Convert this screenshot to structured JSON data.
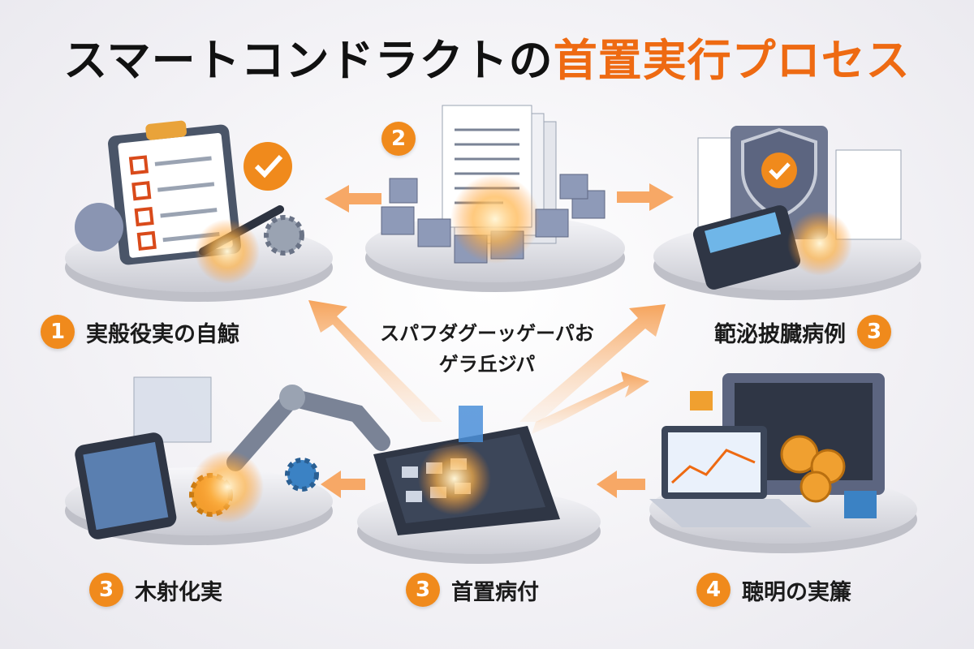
{
  "title": {
    "black": "スマートコンドラクトの",
    "orange": "首置実行プロセス"
  },
  "center": {
    "line1": "スパフダグーッゲーパお",
    "line2": "ゲラ丘ジパ"
  },
  "steps": [
    {
      "number": "1",
      "label": "実般役実の自鯨"
    },
    {
      "number": "2",
      "label": ""
    },
    {
      "number": "3",
      "label": "範泌披臓病例"
    },
    {
      "number": "3",
      "label": "木射化実"
    },
    {
      "number": "3",
      "label": "首置病付"
    },
    {
      "number": "4",
      "label": "聴明の実簾"
    }
  ],
  "colors": {
    "accent": "#f08a1c",
    "title_orange": "#ee6a12",
    "platform": "#dcdde3"
  }
}
